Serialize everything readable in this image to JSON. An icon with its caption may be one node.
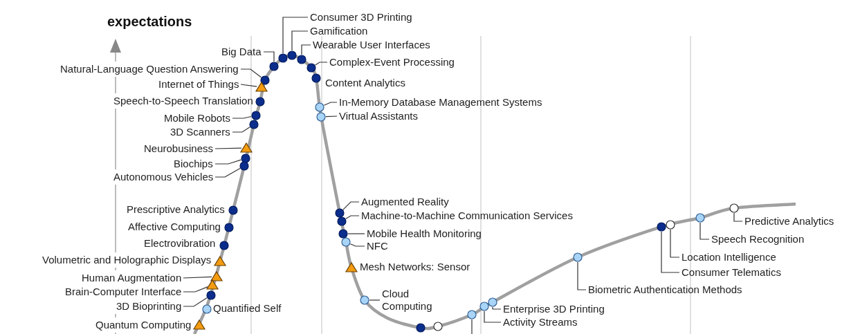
{
  "diagram": {
    "nodes": [
      {
        "text": [
          "Consumer 3D Printing"
        ]
      },
      {
        "text": [],
        "shape": "circle"
      },
      {
        "text": [
          "Gamification"
        ]
      },
      {
        "text": [],
        "shape": "circle"
      },
      {
        "text": [
          "Wearable User Interfaces"
        ]
      },
      {
        "text": [],
        "shape": "circle"
      },
      {
        "text": [
          "Big Data"
        ]
      },
      {
        "text": [],
        "shape": "circle"
      },
      {
        "text": [
          "Complex-Event Processing"
        ]
      },
      {
        "text": [],
        "shape": "circle"
      },
      {
        "text": [
          "Content Analytics"
        ]
      },
      {
        "text": [],
        "shape": "circle"
      },
      {
        "text": [
          "Natural-Language Question Answering"
        ]
      },
      {
        "text": [],
        "shape": "circle"
      },
      {
        "text": [
          "Internet of Things"
        ]
      },
      {
        "text": [],
        "shape": "triangle"
      },
      {
        "text": [
          "In-Memory Database Management Systems"
        ]
      },
      {
        "text": [],
        "shape": "circle"
      },
      {
        "text": [
          "Virtual Assistants"
        ]
      },
      {
        "text": [],
        "shape": "circle"
      },
      {
        "text": [
          "Speech-to-Speech Translation"
        ]
      },
      {
        "text": [],
        "shape": "circle"
      },
      {
        "text": [
          "Mobile Robots"
        ]
      },
      {
        "text": [],
        "shape": "circle"
      },
      {
        "text": [
          "3D Scanners"
        ]
      },
      {
        "text": [],
        "shape": "circle"
      },
      {
        "text": [
          "Neurobusiness"
        ]
      },
      {
        "text": [],
        "shape": "triangle"
      },
      {
        "text": [
          "Biochips"
        ]
      },
      {
        "text": [],
        "shape": "circle"
      },
      {
        "text": [
          "Autonomous Vehicles"
        ]
      },
      {
        "text": [],
        "shape": "circle"
      },
      {
        "text": [
          "Prescriptive Analytics"
        ]
      },
      {
        "text": [],
        "shape": "circle"
      },
      {
        "text": [
          "Affective Computing"
        ]
      },
      {
        "text": [],
        "shape": "circle"
      },
      {
        "text": [
          "Electrovibration"
        ]
      },
      {
        "text": [],
        "shape": "circle"
      },
      {
        "text": [
          "Volumetric and Holographic Displays"
        ]
      },
      {
        "text": [],
        "shape": "triangle"
      },
      {
        "text": [
          "Human Augmentation"
        ]
      },
      {
        "text": [],
        "shape": "triangle"
      },
      {
        "text": [
          "Brain-Computer Interface"
        ]
      },
      {
        "text": [],
        "shape": "triangle"
      },
      {
        "text": [
          "3D Bioprinting"
        ]
      },
      {
        "text": [],
        "shape": "circle"
      },
      {
        "text": [
          "Quantified Self"
        ]
      },
      {
        "text": [],
        "shape": "circle"
      },
      {
        "text": [
          "Quantum Computing"
        ]
      },
      {
        "text": [],
        "shape": "triangle"
      },
      {
        "text": [
          "Augmented Reality"
        ]
      },
      {
        "text": [],
        "shape": "circle"
      },
      {
        "text": [
          "Machine-to-Machine Communication Services"
        ]
      },
      {
        "text": [],
        "shape": "circle"
      },
      {
        "text": [
          "Mobile Health Monitoring"
        ]
      },
      {
        "text": [],
        "shape": "circle"
      },
      {
        "text": [
          "NFC"
        ]
      },
      {
        "text": [],
        "shape": "circle"
      },
      {
        "text": [
          "Mesh Networks: Sensor"
        ]
      },
      {
        "text": [],
        "shape": "triangle"
      },
      {
        "text": [
          "Cloud Computing"
        ]
      },
      {
        "text": [],
        "shape": "circle"
      },
      {
        "text": [
          "Enterprise 3D Printing"
        ]
      },
      {
        "text": [],
        "shape": "circle"
      },
      {
        "text": [
          "Activity Streams"
        ]
      },
      {
        "text": [],
        "shape": "circle"
      },
      {
        "text": [
          "Biometric Authentication Methods"
        ]
      },
      {
        "text": [],
        "shape": "circle"
      },
      {
        "text": [
          "Location Intelligence"
        ]
      },
      {
        "text": [],
        "shape": "circle"
      },
      {
        "text": [
          "Consumer Telematics"
        ]
      },
      {
        "text": [],
        "shape": "circle"
      },
      {
        "text": [
          "Speech Recognition"
        ]
      },
      {
        "text": [],
        "shape": "circle"
      },
      {
        "text": [
          "Predictive Analytics"
        ]
      },
      {
        "text": [],
        "shape": "circle"
      },
      {
        "text": [],
        "shape": "circle"
      },
      {
        "text": [],
        "shape": "circle"
      },
      {
        "text": [],
        "shape": "circle"
      }
    ],
    "edges": [
      {
        "from": 0,
        "to": 1,
        "arrow": "none"
      },
      {
        "from": 2,
        "to": 3,
        "arrow": "none"
      },
      {
        "from": 4,
        "to": 5,
        "arrow": "none"
      },
      {
        "from": 6,
        "to": 7,
        "arrow": "none"
      },
      {
        "from": 8,
        "to": 9,
        "arrow": "none"
      },
      {
        "from": 12,
        "to": 13,
        "arrow": "none"
      },
      {
        "from": 14,
        "to": 15,
        "arrow": "none"
      },
      {
        "from": 16,
        "to": 17,
        "arrow": "none"
      },
      {
        "from": 18,
        "to": 19,
        "arrow": "none"
      },
      {
        "from": 22,
        "to": 23,
        "arrow": "none"
      },
      {
        "from": 24,
        "to": 25,
        "arrow": "none"
      },
      {
        "from": 26,
        "to": 27,
        "arrow": "none"
      },
      {
        "from": 28,
        "to": 29,
        "arrow": "none"
      },
      {
        "from": 30,
        "to": 31,
        "arrow": "none"
      },
      {
        "from": 40,
        "to": 41,
        "arrow": "none"
      },
      {
        "from": 42,
        "to": 43,
        "arrow": "none"
      },
      {
        "from": 44,
        "to": 45,
        "arrow": "none"
      },
      {
        "from": 50,
        "to": 51,
        "arrow": "none"
      },
      {
        "from": 52,
        "to": 53,
        "arrow": "none"
      },
      {
        "from": 54,
        "to": 55,
        "arrow": "none"
      },
      {
        "from": 56,
        "to": 57,
        "arrow": "none"
      },
      {
        "from": 60,
        "to": 61,
        "arrow": "none"
      },
      {
        "from": 62,
        "to": 63,
        "arrow": "none"
      },
      {
        "from": 64,
        "to": 65,
        "arrow": "none"
      },
      {
        "from": 66,
        "to": 67,
        "arrow": "none"
      },
      {
        "from": 68,
        "to": 69,
        "arrow": "none"
      },
      {
        "from": 70,
        "to": 71,
        "arrow": "none"
      },
      {
        "from": 72,
        "to": 73,
        "arrow": "none"
      },
      {
        "from": 74,
        "to": 75,
        "arrow": "none"
      },
      {
        "from": null,
        "to": 78,
        "arrow": "none"
      }
    ],
    "labels": [
      "expectations"
    ]
  }
}
